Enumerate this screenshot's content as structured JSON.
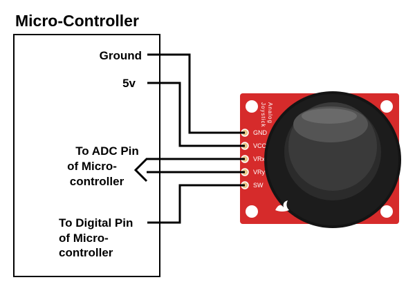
{
  "controller": {
    "title": "Micro-Controller",
    "ground_label": "Ground",
    "power_label": "5v",
    "adc_label_line1": "To ADC Pin",
    "adc_label_line2": "of Micro-",
    "adc_label_line3": "controller",
    "digital_label_line1": "To Digital Pin",
    "digital_label_line2": "of Micro-",
    "digital_label_line3": "controller"
  },
  "joystick": {
    "board_title_line1": "Analog",
    "board_title_line2": "Joystick",
    "pins": [
      "GND",
      "VCC",
      "VRx",
      "VRy",
      "SW"
    ],
    "colors": {
      "pcb": "#d62b2b",
      "knob": "#141414",
      "wire": "#000000"
    }
  }
}
